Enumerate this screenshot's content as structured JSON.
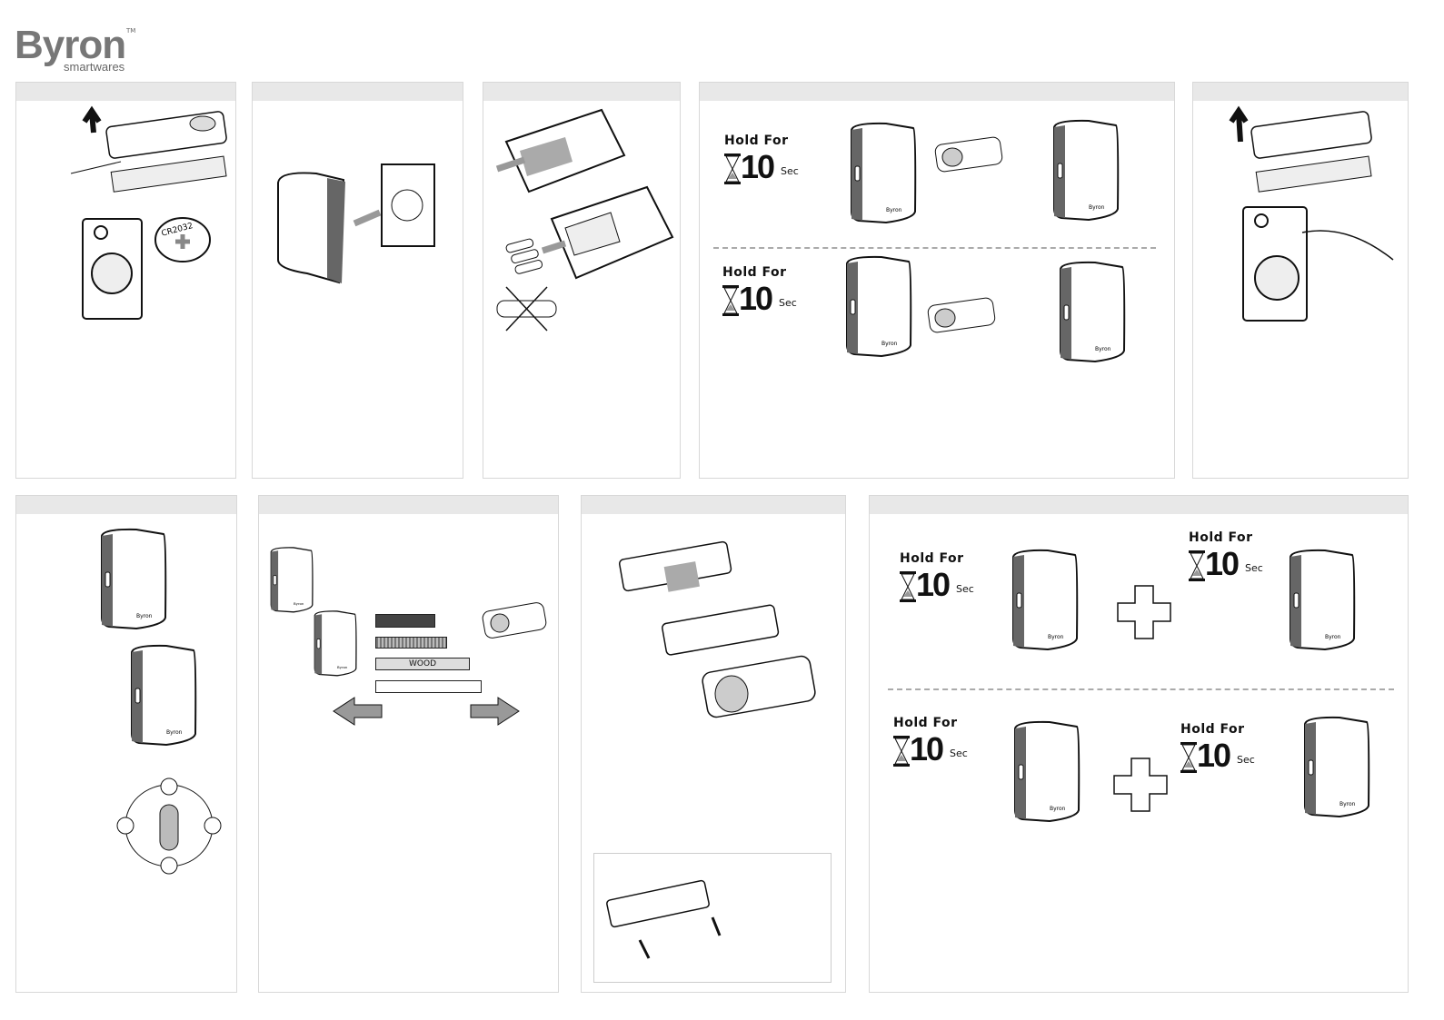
{
  "brand": {
    "name": "Byron",
    "sub": "smartwares",
    "tm": "TM"
  },
  "labels": {
    "hold_for": "Hold For",
    "ten": "10",
    "sec": "Sec",
    "wood": "WOOD",
    "battery": "CR2032",
    "device_brand": "Byron"
  },
  "colors": {
    "header": "#e8e8e8",
    "logo": "#777777",
    "device": "#555555"
  }
}
